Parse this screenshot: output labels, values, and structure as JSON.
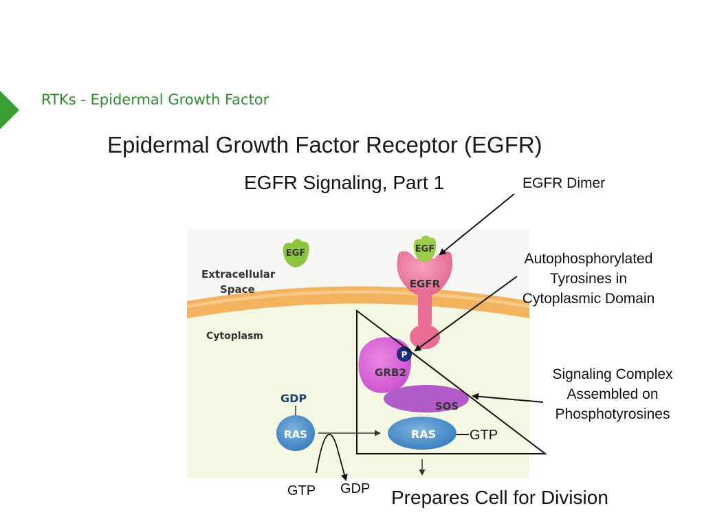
{
  "slide": {
    "section_title": "RTKs - Epidermal Growth Factor",
    "title": "Epidermal Growth Factor Receptor (EGFR)",
    "subtitle": "EGFR Signaling, Part 1",
    "accent_color": "#2e8b2e"
  },
  "callouts": {
    "dimer": "EGFR Dimer",
    "autophos_lines": [
      "Autophosphorylated",
      "Tyrosines in",
      "Cytoplasmic Domain"
    ],
    "complex_lines": [
      "Signaling Complex",
      "Assembled on",
      "Phosphotyrosines"
    ],
    "gtp_label": "GTP",
    "gtp_bottom": "GTP",
    "gdp_bottom": "GDP",
    "result": "Prepares Cell for Division"
  },
  "figure": {
    "regions": {
      "extracellular": "Extracellular\nSpace",
      "cytoplasm": "Cytoplasm"
    },
    "molecules": {
      "egf_free": "EGF",
      "egf_bound": "EGF",
      "egfr": "EGFR",
      "phospho": "P",
      "grb2": "GRB2",
      "sos": "SOS",
      "gdp": "GDP",
      "ras_inactive": "RAS",
      "ras_active": "RAS"
    }
  }
}
